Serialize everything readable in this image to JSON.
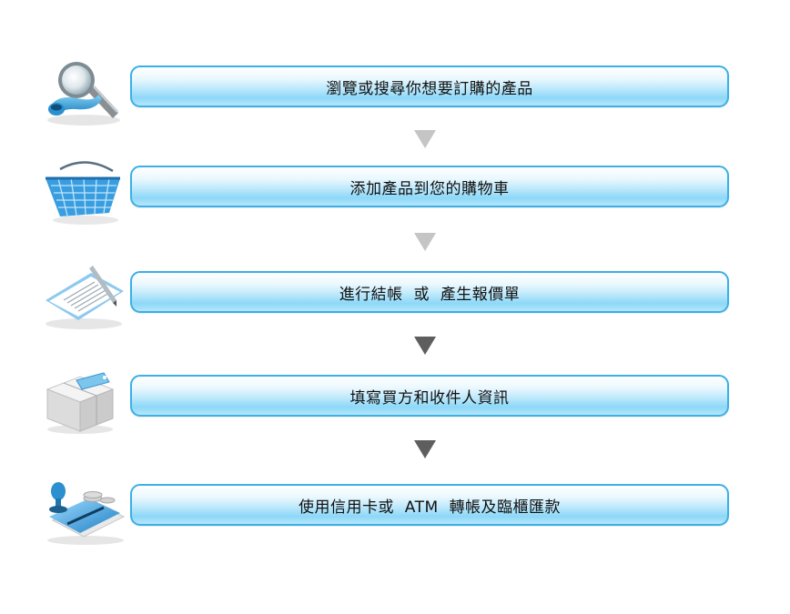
{
  "steps": [
    {
      "label": "瀏覽或搜尋你想要訂購的產品",
      "icon": "magnifier-pipe-icon"
    },
    {
      "label": "添加產品到您的購物車",
      "icon": "shopping-basket-icon"
    },
    {
      "label": "進行結帳  或  產生報價單",
      "icon": "notebook-pen-icon"
    },
    {
      "label": "填寫買方和收件人資訊",
      "icon": "package-tag-icon"
    },
    {
      "label": "使用信用卡或  ATM  轉帳及臨櫃匯款",
      "icon": "stamp-card-icon"
    }
  ],
  "colors": {
    "bar_border": "#3ab0e6",
    "bar_fill": "#8dd8f8",
    "arrow_light": "#c5c5c5",
    "arrow_dark": "#5e5e5e",
    "text": "#111111"
  }
}
